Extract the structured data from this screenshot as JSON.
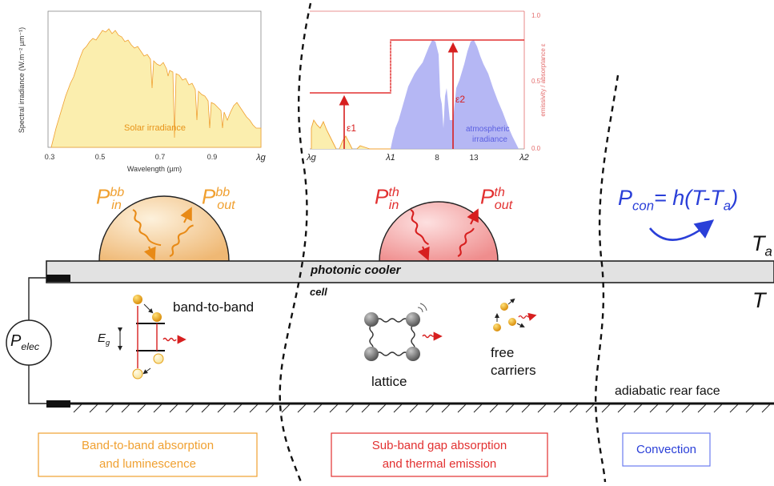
{
  "colors": {
    "orange": "#f0a030",
    "red": "#e23030",
    "blue": "#2a3fd8",
    "box_blue": "#6b7cf0",
    "solar_fill": "#fbeeae",
    "atmo_fill": "#a8aaf2"
  },
  "inset_left": {
    "ylabel": "Spectral irradiance (W.m⁻² µm⁻¹)",
    "xlabel": "Wavelength (µm)",
    "xticks": [
      "0.3",
      "0.5",
      "0.7",
      "0.9"
    ],
    "lambda_g": "λg",
    "series_label": "Solar irradiance"
  },
  "inset_right": {
    "xticks_left": "λg",
    "xtick_l1": "λ1",
    "xtick_8": "8",
    "xtick_13": "13",
    "xtick_l2": "λ2",
    "yticks": [
      "1.0",
      "0.5",
      "0.0"
    ],
    "ylabel_right": "emissivity / absorptance ε",
    "eps1": "ε1",
    "eps2": "ε2",
    "atmo_label_1": "atmospheric",
    "atmo_label_2": "irradiance"
  },
  "domes": {
    "bb_in": {
      "main": "P",
      "sup": "bb",
      "sub": "in"
    },
    "bb_out": {
      "main": "P",
      "sup": "bb",
      "sub": "out"
    },
    "th_in": {
      "main": "P",
      "sup": "th",
      "sub": "in"
    },
    "th_out": {
      "main": "P",
      "sup": "th",
      "sub": "out"
    }
  },
  "convection_formula": {
    "p": "P",
    "p_sub": "con",
    "rest": "= h(T-T",
    "ta_sub": "a",
    "close": ")"
  },
  "ta_label": {
    "main": "T",
    "sub": "a"
  },
  "t_label": "T",
  "photonic_cooler": "photonic cooler",
  "cell": "cell",
  "band_to_band": "band-to-band",
  "eg": {
    "main": "E",
    "sub": "g"
  },
  "pelec": {
    "main": "P",
    "sub": "elec"
  },
  "lattice": "lattice",
  "free_carriers_1": "free",
  "free_carriers_2": "carriers",
  "adiabatic": "adiabatic rear face",
  "bottom_boxes": {
    "left_1": "Band-to-band absorption",
    "left_2": "and luminescence",
    "mid_1": "Sub-band gap absorption",
    "mid_2": "and thermal emission",
    "right": "Convection"
  }
}
